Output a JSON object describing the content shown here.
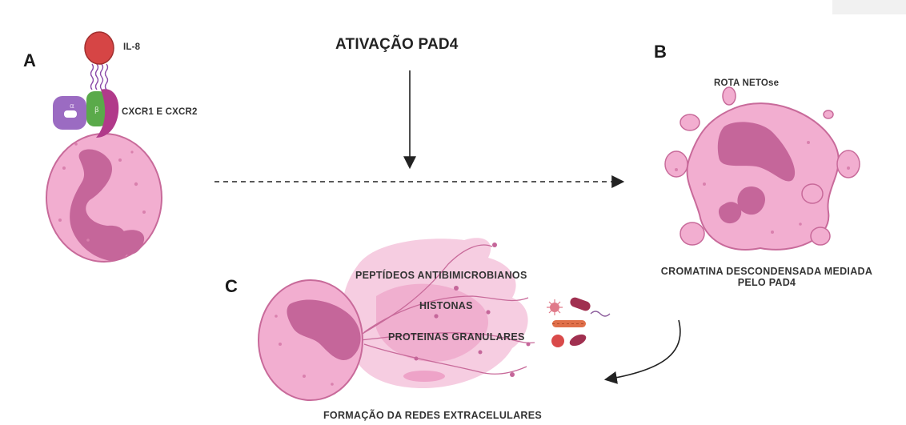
{
  "panels": {
    "a": "A",
    "b": "B",
    "c": "C"
  },
  "labels": {
    "activation": "ATIVAÇÃO PAD4",
    "il8": "IL-8",
    "receptors": "CXCR1 E CXCR2",
    "alpha": "α",
    "beta": "β",
    "netosis_route": "ROTA NETOse",
    "chromatin_line1": "CROMATINA DESCONDENSADA MEDIADA",
    "chromatin_line2": "PELO PAD4",
    "peptides": "PEPTÍDEOS ANTIBIMICROBIANOS",
    "histones": "HISTONAS",
    "granular_proteins": "PROTEINAS GRANULARES",
    "net_formation": "FORMAÇÃO DA REDES EXTRACELULARES"
  },
  "colors": {
    "cell_fill": "#f2aed0",
    "cell_stroke": "#c86a9a",
    "nucleus": "#c5669a",
    "il8": "#d64545",
    "receptor_purple": "#9b6bc2",
    "receptor_green": "#5aaa4a",
    "receptor_magenta": "#b13a8a",
    "arrow": "#222222"
  }
}
